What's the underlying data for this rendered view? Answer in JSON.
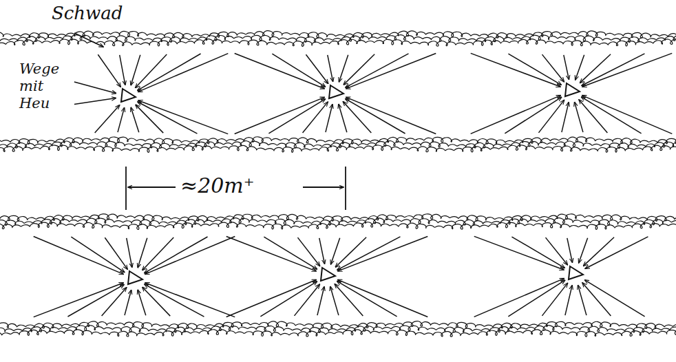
{
  "diagram": {
    "labels": [
      "Schwad",
      "Wege mit Heu",
      "≈20m⁺"
    ]
  }
}
